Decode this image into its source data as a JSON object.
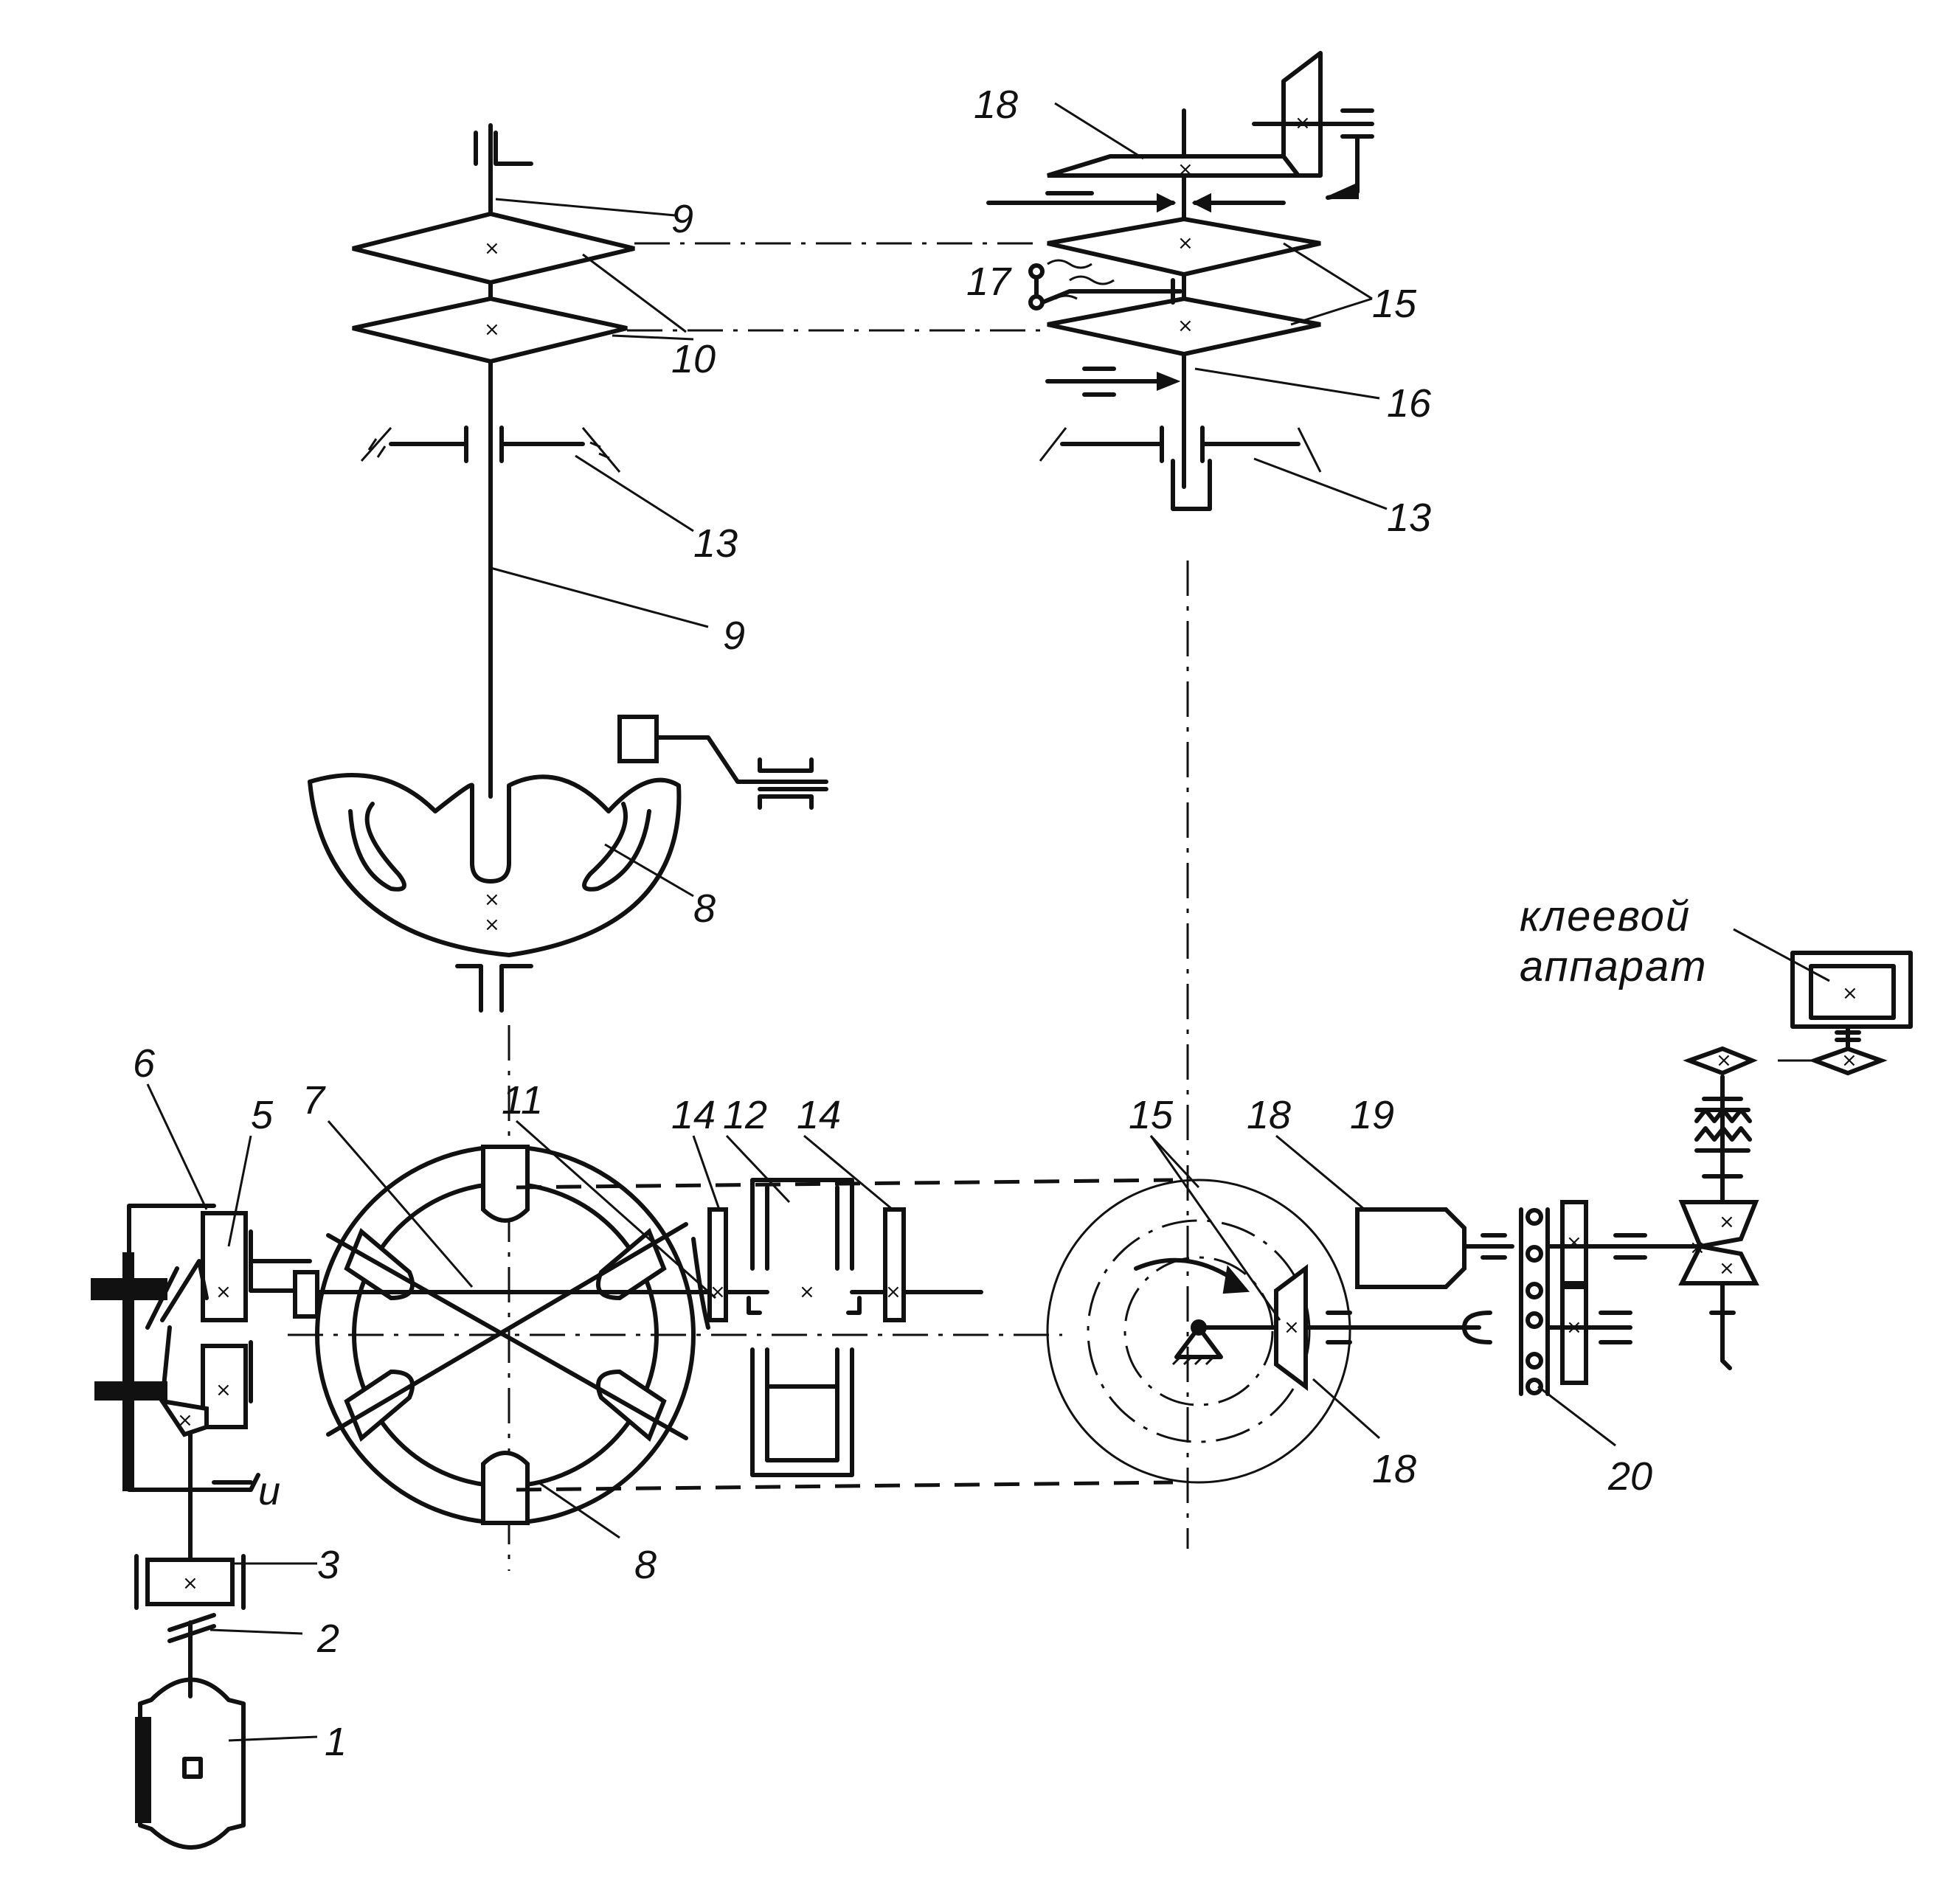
{
  "labels": {
    "l1": "1",
    "l2": "2",
    "l3": "3",
    "l5": "5",
    "l6": "6",
    "l7": "7",
    "l8_top": "8",
    "l8_bottom": "8",
    "l9_top": "9",
    "l9_mid": "9",
    "l10": "10",
    "l11": "11",
    "l12": "12",
    "l13_left": "13",
    "l13_right": "13",
    "l14_a": "14",
    "l14_b": "14",
    "l15_top": "15",
    "l15_bottom": "15",
    "l16": "16",
    "l17": "17",
    "l18_top": "18",
    "l18_mid": "18",
    "l18_bottom": "18",
    "l19": "19",
    "l20": "20",
    "lu": "u"
  },
  "glue_apparatus": {
    "line1": "клеевой",
    "line2": "аппарат"
  },
  "icons": [
    "cross-mark-icon",
    "rotation-arrow-icon",
    "pivot-support-icon"
  ]
}
